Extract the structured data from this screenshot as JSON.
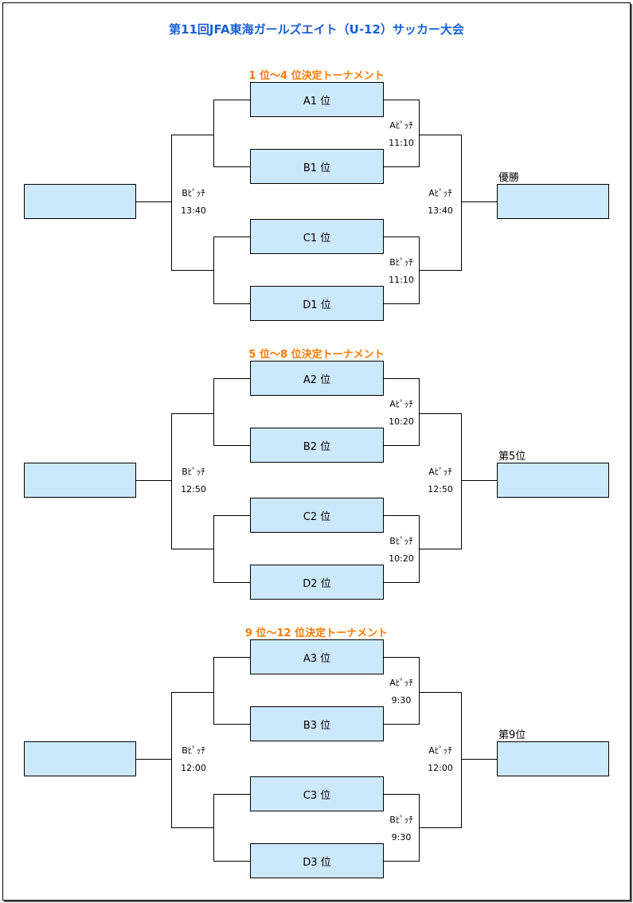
{
  "title": "第11回JFA東海ガールズエイト（U-12）サッカー大会",
  "sections": [
    {
      "title": "1 位～4 位決定トーナメント",
      "seeds": [
        "A1 位",
        "B1 位",
        "C1 位",
        "D1 位"
      ],
      "semis": [
        {
          "pitch": "Aﾋﾟｯﾁ",
          "time": "11:10"
        },
        {
          "pitch": "Bﾋﾟｯﾁ",
          "time": "11:10"
        }
      ],
      "left_match": {
        "pitch": "Bﾋﾟｯﾁ",
        "time": "13:40"
      },
      "right_match": {
        "pitch": "Aﾋﾟｯﾁ",
        "time": "13:40"
      },
      "result_label": "優勝"
    },
    {
      "title": "5 位～8 位決定トーナメント",
      "seeds": [
        "A2 位",
        "B2 位",
        "C2 位",
        "D2 位"
      ],
      "semis": [
        {
          "pitch": "Aﾋﾟｯﾁ",
          "time": "10:20"
        },
        {
          "pitch": "Bﾋﾟｯﾁ",
          "time": "10:20"
        }
      ],
      "left_match": {
        "pitch": "Bﾋﾟｯﾁ",
        "time": "12:50"
      },
      "right_match": {
        "pitch": "Aﾋﾟｯﾁ",
        "time": "12:50"
      },
      "result_label": "第5位"
    },
    {
      "title": "9 位～12 位決定トーナメント",
      "seeds": [
        "A3 位",
        "B3 位",
        "C3 位",
        "D3 位"
      ],
      "semis": [
        {
          "pitch": "Aﾋﾟｯﾁ",
          "time": "9:30"
        },
        {
          "pitch": "Bﾋﾟｯﾁ",
          "time": "9:30"
        }
      ],
      "left_match": {
        "pitch": "Bﾋﾟｯﾁ",
        "time": "12:00"
      },
      "right_match": {
        "pitch": "Aﾋﾟｯﾁ",
        "time": "12:00"
      },
      "result_label": "第9位"
    }
  ],
  "colors": {
    "title": "#1560d6",
    "section_title": "#ff7a00",
    "box_fill": "#cce8fb"
  }
}
